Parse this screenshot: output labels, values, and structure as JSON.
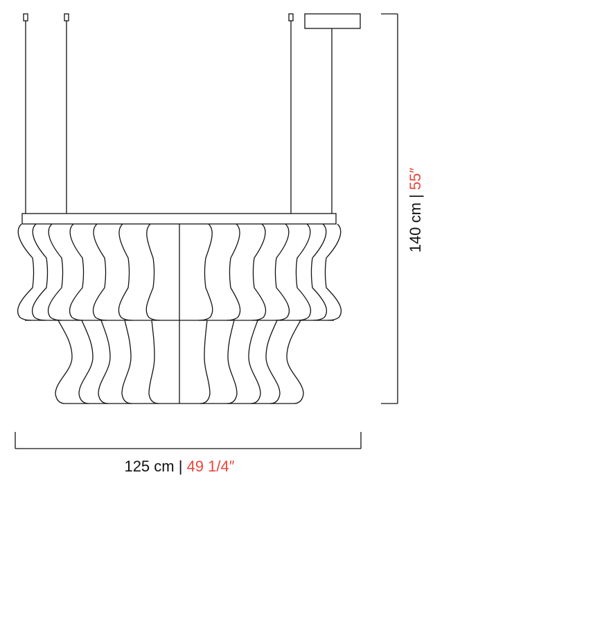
{
  "dimensions": {
    "width": {
      "metric": "125 cm",
      "separator": " | ",
      "imperial": "49 1/4″"
    },
    "height": {
      "metric": "140 cm",
      "separator": " | ",
      "imperial": "55″"
    }
  },
  "colors": {
    "line": "#111111",
    "imperial_text": "#e8463c"
  }
}
